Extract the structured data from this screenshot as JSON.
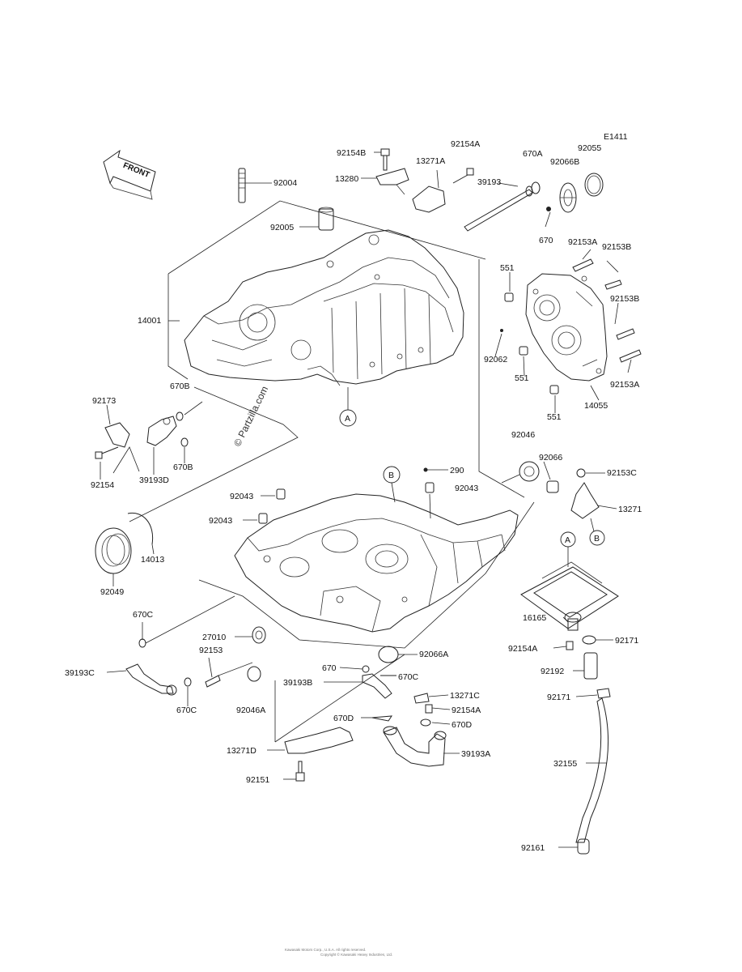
{
  "diagram_code": "E1411",
  "front_label": "FRONT",
  "watermark": "© Partzilla.com",
  "footer": {
    "line1": "Kawasaki Motors Corp., U.S.A. All rights reserved.",
    "line2": "Copyright © Kawasaki Heavy Industries, Ltd."
  },
  "refs": {
    "A": "A",
    "B": "B"
  },
  "labels": {
    "p92154B": "92154B",
    "p92154A_top": "92154A",
    "p13271A": "13271A",
    "p670A": "670A",
    "p92055": "92055",
    "p92004": "92004",
    "p13280": "13280",
    "p39193": "39193",
    "p92066B": "92066B",
    "p92005": "92005",
    "p670_top": "670",
    "p92153A_top": "92153A",
    "p92153B_top": "92153B",
    "p551_1": "551",
    "p14001": "14001",
    "p92153B_mid": "92153B",
    "p92062": "92062",
    "p551_2": "551",
    "p92153A_mid": "92153A",
    "p670B_1": "670B",
    "p14055": "14055",
    "p551_3": "551",
    "p92173": "92173",
    "p92046": "92046",
    "p670B_2": "670B",
    "p92154": "92154",
    "p39193D": "39193D",
    "p290": "290",
    "p92066": "92066",
    "p92153C": "92153C",
    "p92043_1": "92043",
    "p92043_2": "92043",
    "p92043_3": "92043",
    "p13271": "13271",
    "p14013": "14013",
    "p92049": "92049",
    "p16165": "16165",
    "p670C_1": "670C",
    "p27010": "27010",
    "p92153": "92153",
    "p92066A": "92066A",
    "p92154A_low": "92154A",
    "p92171_1": "92171",
    "p39193C": "39193C",
    "p670_low": "670",
    "p39193B": "39193B",
    "p670C_2": "670C",
    "p92192": "92192",
    "p13271C": "13271C",
    "p92154A_bot": "92154A",
    "p92171_2": "92171",
    "p670C_3": "670C",
    "p92046A": "92046A",
    "p670D_1": "670D",
    "p670D_2": "670D",
    "p39193A": "39193A",
    "p13271D": "13271D",
    "p32155": "32155",
    "p92151": "92151",
    "p92161": "92161"
  }
}
